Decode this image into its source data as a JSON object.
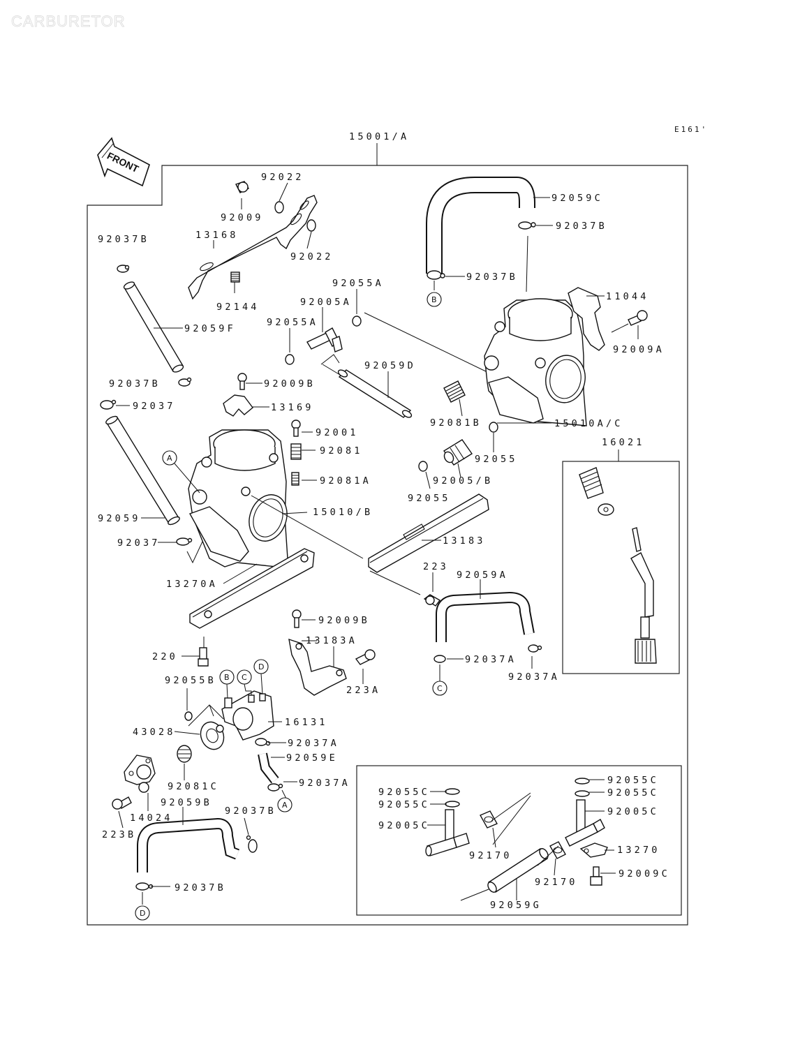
{
  "title": "CARBURETOR",
  "diagram_code": "E161'",
  "front_arrow_label": "FRONT",
  "assembly_group": "16021",
  "labels": {
    "l15001A": "15001/A",
    "l92022a": "92022",
    "l92022b": "92022",
    "l92009": "92009",
    "l13168": "13168",
    "l92144": "92144",
    "l92059C": "92059C",
    "l92037B_a": "92037B",
    "l92037B_b": "92037B",
    "l92037B_c": "92037B",
    "l92037B_d": "92037B",
    "l92037B_e": "92037B",
    "l11044": "11044",
    "l92009A": "92009A",
    "l92055A_a": "92055A",
    "l92005A": "92005A",
    "l92055A_b": "92055A",
    "l92059F": "92059F",
    "l92059D": "92059D",
    "l92009B_a": "92009B",
    "l92037": "92037",
    "l13169": "13169",
    "l92081B": "92081B",
    "l15010AC": "15010A/C",
    "l92001": "92001",
    "l92081": "92081",
    "l92055_a": "92055",
    "l16021": "16021",
    "l92005B": "92005/B",
    "l92081A": "92081A",
    "l92055_b": "92055",
    "l15010B": "15010/B",
    "l92059": "92059",
    "l92037_c": "92037",
    "l13183": "13183",
    "l223": "223",
    "l92059A": "92059A",
    "l13270A": "13270A",
    "l92009B_b": "92009B",
    "l13183A": "13183A",
    "l220": "220",
    "l92037A_a": "92037A",
    "l92037A_b": "92037A",
    "l92055B": "92055B",
    "l223A": "223A",
    "l16131": "16131",
    "l43028": "43028",
    "l92037A_c": "92037A",
    "l92059E": "92059E",
    "l92081C": "92081C",
    "l92037A_d": "92037A",
    "l14024": "14024",
    "l223B": "223B",
    "l92059B": "92059B",
    "l92055C_a": "92055C",
    "l92055C_b": "92055C",
    "l92055C_c": "92055C",
    "l92055C_d": "92055C",
    "l92005C_a": "92005C",
    "l92005C_b": "92005C",
    "l92170_a": "92170",
    "l92170_b": "92170",
    "l13270": "13270",
    "l92009C": "92009C",
    "l92059G": "92059G"
  },
  "refs": {
    "b_top": "B",
    "a_carb": "A",
    "b_cock": "B",
    "c_cock": "C",
    "d_cock": "D",
    "c_right": "C",
    "a_bottom": "A",
    "d_bottom": "D"
  }
}
